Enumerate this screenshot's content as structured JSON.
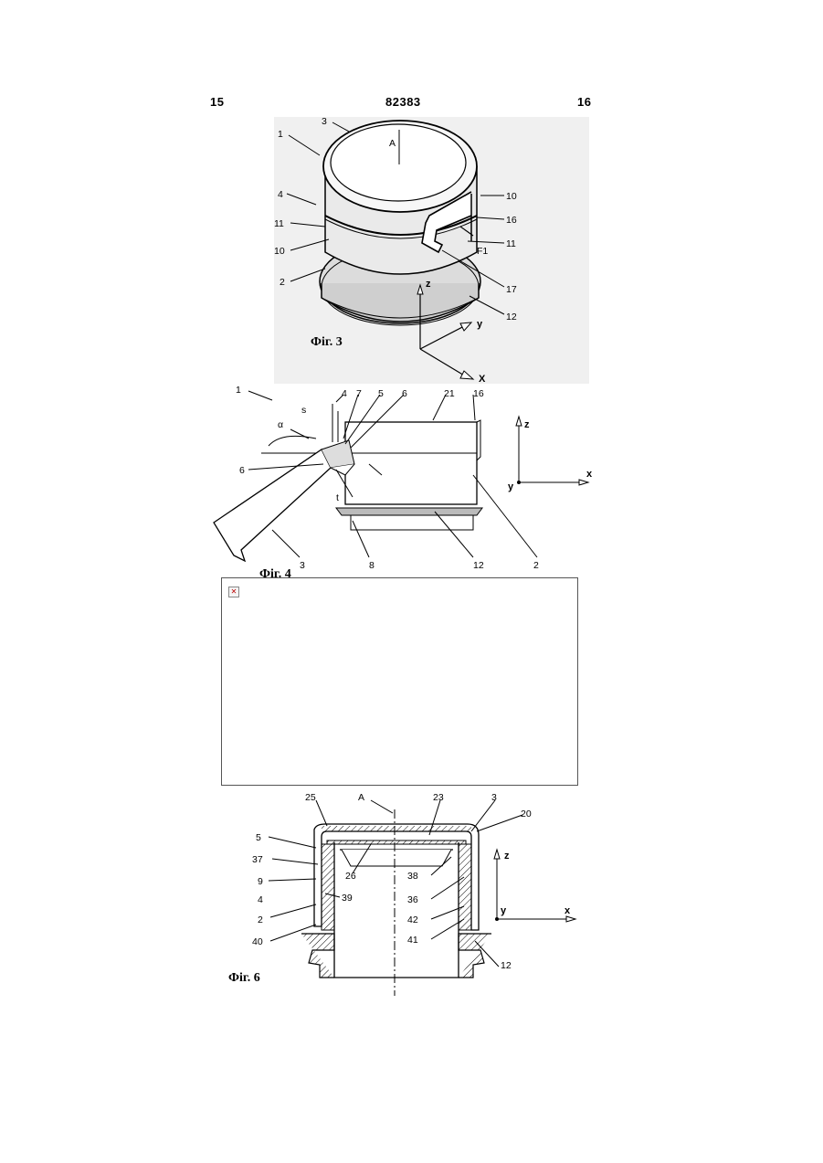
{
  "header": {
    "page_left": "15",
    "patent_number": "82383",
    "page_right": "16"
  },
  "fig3": {
    "caption": "Фіг. 3",
    "labels": [
      "1",
      "3",
      "A",
      "4",
      "11",
      "10",
      "2",
      "10",
      "16",
      "F1",
      "11",
      "17",
      "12"
    ],
    "axes": {
      "z": "z",
      "y": "y",
      "x": "X"
    }
  },
  "fig4": {
    "caption": "Фіг. 4",
    "labels": [
      "1",
      "s",
      "4",
      "7",
      "5",
      "6",
      "21",
      "16",
      "α",
      "6",
      "t",
      "3",
      "8",
      "12",
      "2"
    ],
    "axes": {
      "z": "z",
      "x": "x",
      "y": "y"
    }
  },
  "fig5": {
    "broken_image_icon": "broken-image-icon"
  },
  "fig6": {
    "caption": "Фіг. 6",
    "labels": [
      "25",
      "A",
      "23",
      "3",
      "20",
      "5",
      "37",
      "9",
      "4",
      "2",
      "40",
      "26",
      "38",
      "36",
      "42",
      "41",
      "12",
      "39"
    ],
    "axes": {
      "z": "z",
      "x": "x",
      "y": "y"
    }
  }
}
